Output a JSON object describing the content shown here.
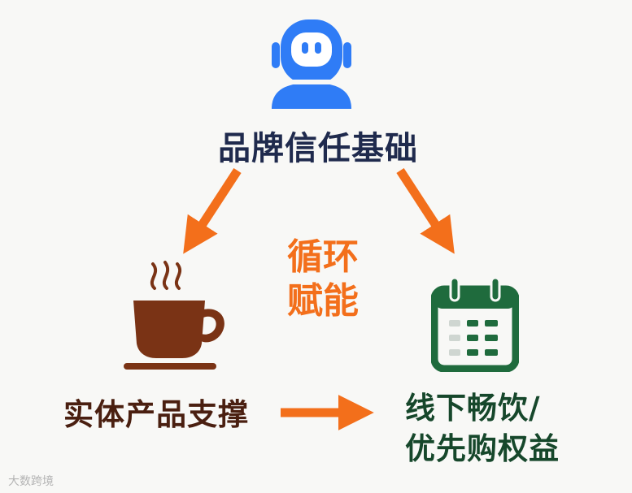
{
  "nodes": {
    "top": {
      "label": "品牌信任基础",
      "icon": "robot-avatar-icon",
      "color": "#1f2a4d"
    },
    "left": {
      "label": "实体产品支撑",
      "icon": "coffee-cup-icon",
      "color": "#4a1f10"
    },
    "right": {
      "label_line1": "线下畅饮/",
      "label_line2": "优先购权益",
      "icon": "calendar-icon",
      "color": "#16472b"
    }
  },
  "center": {
    "line1": "循环",
    "line2": "赋能",
    "color": "#f36f1b"
  },
  "arrows": {
    "color": "#f36f1b"
  },
  "watermark": {
    "text": "大数跨境"
  },
  "colors": {
    "robot": "#2f7cf6",
    "cup": "#7a3315",
    "calendar": "#1f6b3d"
  }
}
